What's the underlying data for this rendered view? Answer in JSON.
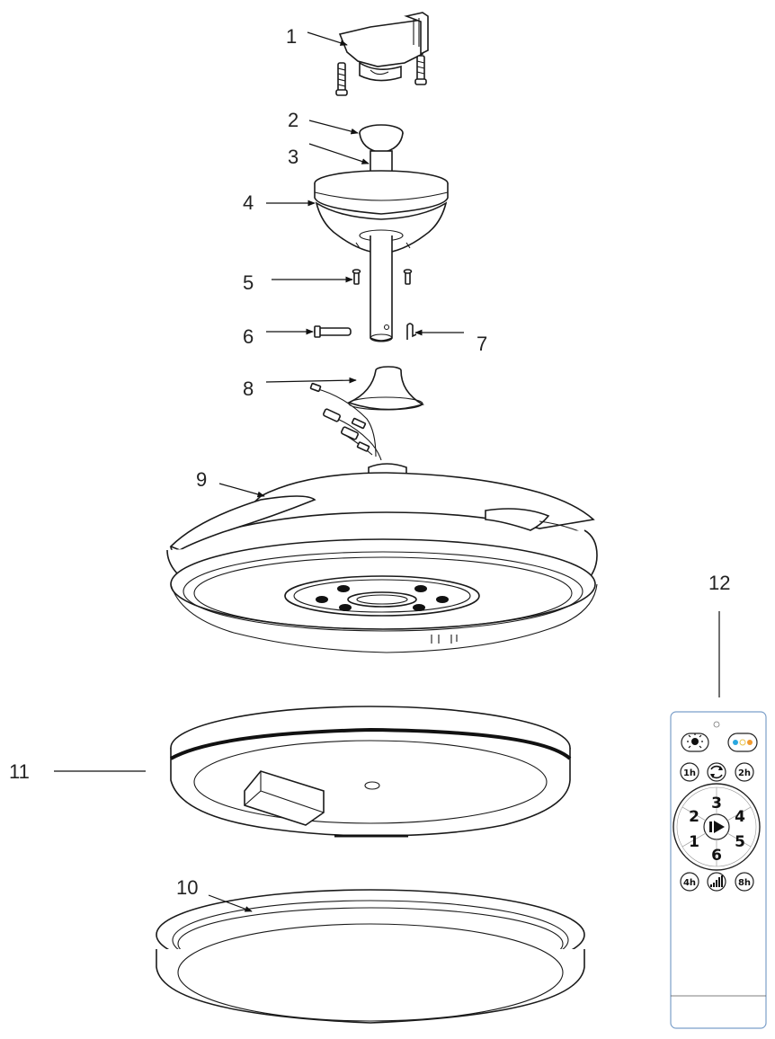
{
  "callouts": {
    "c1": "1",
    "c2": "2",
    "c3": "3",
    "c4": "4",
    "c5": "5",
    "c6": "6",
    "c7": "7",
    "c8": "8",
    "c9": "9",
    "c10": "10",
    "c11": "11",
    "c12": "12"
  },
  "remote": {
    "timer_1h": "1h",
    "timer_2h": "2h",
    "timer_4h": "4h",
    "timer_8h": "8h",
    "speed_1": "1",
    "speed_2": "2",
    "speed_3": "3",
    "speed_4": "4",
    "speed_5": "5",
    "speed_6": "6"
  },
  "icons": [
    "light-bulb-icon",
    "color-temperature-icon",
    "reverse-icon",
    "play-icon",
    "signal-icon"
  ]
}
